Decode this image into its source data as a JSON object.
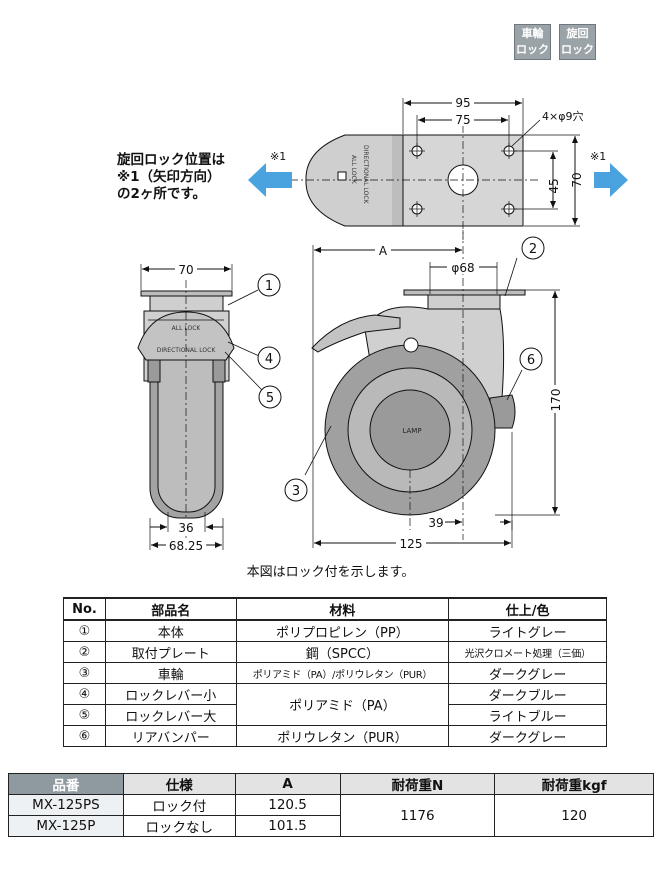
{
  "badges": [
    {
      "line1": "車輪",
      "line2": "ロック"
    },
    {
      "line1": "旋回",
      "line2": "ロック"
    }
  ],
  "note_lines": [
    "旋回ロック位置は",
    "※1（矢印方向）",
    "の2ヶ所です。"
  ],
  "drawing_labels": {
    "mark_left": "※1",
    "mark_right": "※1",
    "top_dim_95": "95",
    "top_dim_75": "75",
    "hole_spec": "4×φ9穴",
    "dim_45": "45",
    "dim_70_side": "70",
    "dim_70_front": "70",
    "dim_36": "36",
    "dim_68_25": "68.25",
    "dim_A": "A",
    "dim_phi68": "φ68",
    "dim_170": "170",
    "dim_39": "39",
    "dim_125": "125",
    "callouts": [
      "1",
      "2",
      "3",
      "4",
      "5",
      "6"
    ],
    "lock_text": "ALL LOCK",
    "directional_text": "DIRECTIONAL LOCK",
    "hub_text": "LAMP"
  },
  "caption": "本図はロック付を示します。",
  "parts_table": {
    "headers": [
      "No.",
      "部品名",
      "材料",
      "仕上/色"
    ],
    "rows": [
      {
        "no": "①",
        "name": "本体",
        "material": "ポリプロピレン（PP）",
        "finish": "ライトグレー"
      },
      {
        "no": "②",
        "name": "取付プレート",
        "material": "鋼（SPCC）",
        "finish": "光沢クロメート処理（三価）"
      },
      {
        "no": "③",
        "name": "車輪",
        "material": "ポリアミド（PA）/ポリウレタン（PUR）",
        "finish": "ダークグレー"
      },
      {
        "no": "④",
        "name": "ロックレバー小",
        "material": "ポリアミド（PA）",
        "finish": "ダークブルー"
      },
      {
        "no": "⑤",
        "name": "ロックレバー大",
        "material": "",
        "finish": "ライトブルー"
      },
      {
        "no": "⑥",
        "name": "リアバンパー",
        "material": "ポリウレタン（PUR）",
        "finish": "ダークグレー"
      }
    ]
  },
  "spec_table": {
    "headers": [
      "品番",
      "仕様",
      "A",
      "耐荷重N",
      "耐荷重kgf"
    ],
    "rows": [
      {
        "code": "MX-125PS",
        "spec": "ロック付",
        "a": "120.5"
      },
      {
        "code": "MX-125P",
        "spec": "ロックなし",
        "a": "101.5"
      }
    ],
    "load_n": "1176",
    "load_kgf": "120"
  },
  "colors": {
    "badge_bg": "#9aa3a8",
    "arrow_blue": "#4aa3df",
    "part_gray": "#c9c9c9",
    "wheel_dark": "#9e9e9e",
    "spec_header": "#e3e3e3",
    "spec_code_header": "#8f9aa0"
  }
}
